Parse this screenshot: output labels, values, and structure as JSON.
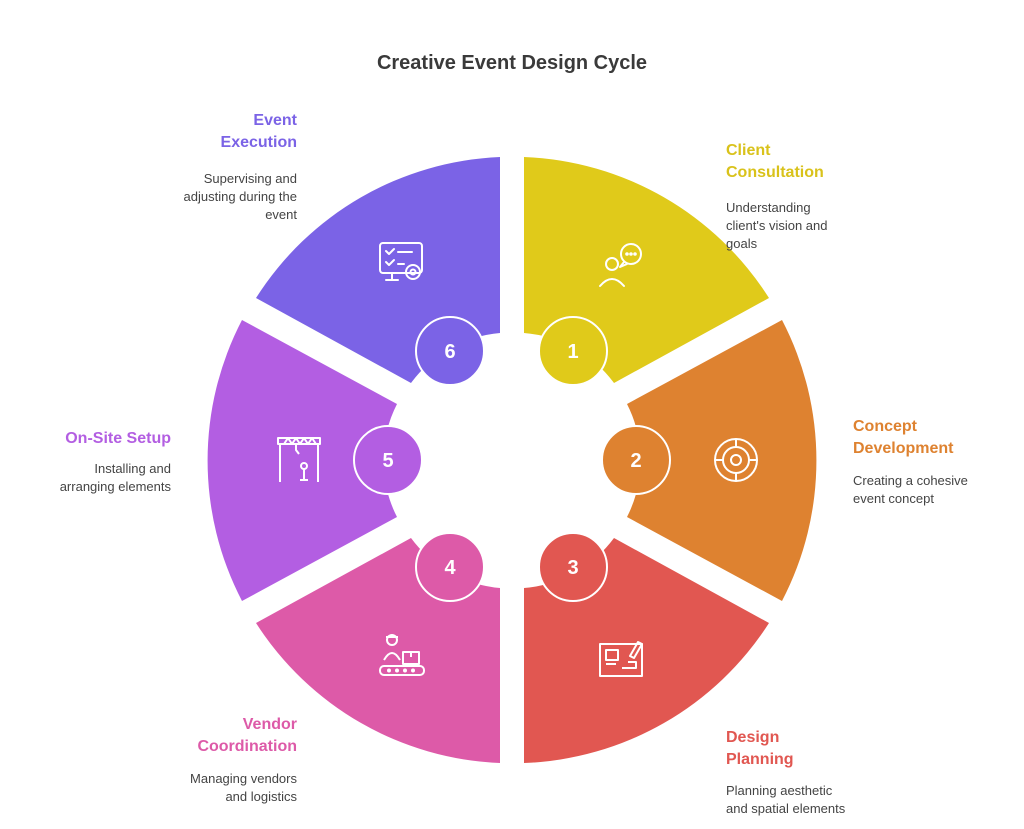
{
  "title": "Creative Event Design Cycle",
  "steps": [
    {
      "number": "1",
      "title": "Client\nConsultation",
      "description": "Understanding\nclient's vision and\ngoals",
      "color": "#e0ca1a",
      "icon": "consultation-icon"
    },
    {
      "number": "2",
      "title": "Concept\nDevelopment",
      "description": "Creating a cohesive\nevent concept",
      "color": "#de8230",
      "icon": "target-icon"
    },
    {
      "number": "3",
      "title": "Design\nPlanning",
      "description": "Planning aesthetic\nand spatial elements",
      "color": "#e15751",
      "icon": "blueprint-icon"
    },
    {
      "number": "4",
      "title": "Vendor\nCoordination",
      "description": "Managing vendors\nand logistics",
      "color": "#dd5aa8",
      "icon": "conveyor-worker-icon"
    },
    {
      "number": "5",
      "title": "On-Site Setup",
      "description": "Installing and\narranging elements",
      "color": "#b35ee2",
      "icon": "stage-truss-icon"
    },
    {
      "number": "6",
      "title": "Event\nExecution",
      "description": "Supervising and\nadjusting during the\nevent",
      "color": "#7b63e6",
      "icon": "checklist-gear-icon"
    }
  ]
}
